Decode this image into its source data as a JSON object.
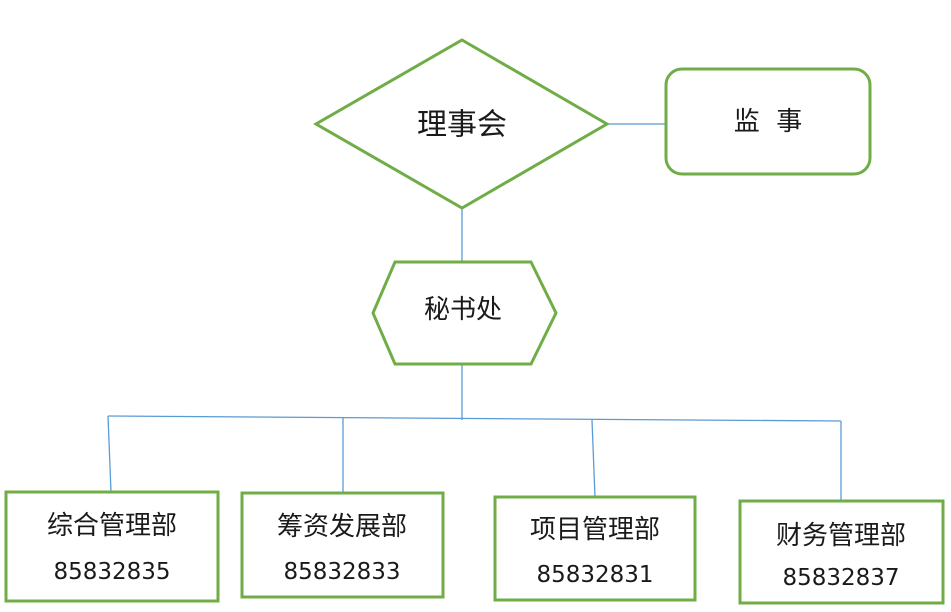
{
  "board": {
    "label": "理事会"
  },
  "supervisor": {
    "label": "监  事"
  },
  "secretariat": {
    "label": "秘书处"
  },
  "departments": [
    {
      "name": "综合管理部",
      "phone": "85832835"
    },
    {
      "name": "筹资发展部",
      "phone": "85832833"
    },
    {
      "name": "项目管理部",
      "phone": "85832831"
    },
    {
      "name": "财务管理部",
      "phone": "85832837"
    }
  ],
  "colors": {
    "shape_border": "#70ad47",
    "connector": "#5b9bd5",
    "text": "#1a1a1a"
  }
}
